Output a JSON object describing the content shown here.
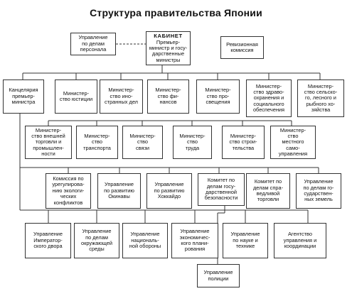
{
  "title": "Структура правительства Японии",
  "nodes": {
    "personnel": "Управление\nпо делам\nперсонала",
    "cabinet_title": "КАБИНЕТ",
    "cabinet_sub": "Премьер-\nминистр и госу-\nдарственные\nминистры",
    "audit": "Ревизионная\nкомиссия",
    "pm_office": "Канцелярия\nпремьер-\nминистра",
    "justice": "Министер-\nство юстиции",
    "foreign": "Министер-\nство ино-\nстранных дел",
    "finance": "Министер-\nство фи-\nнансов",
    "education": "Министер-\nство про-\nсвещения",
    "health": "Министер-\nство здраво-\nохранения и\nсоциального\nобеспечения",
    "agriculture": "Министер-\nство сельско-\nго, лесного и\nрыбного хо-\nзяйства",
    "trade": "Министер-\nство внешней\nторговли и\nпромышлен-\nности",
    "transport": "Министер-\nство\nтранспорта",
    "communications": "Министер-\nство\nсвязи",
    "labor": "Министер-\nство\nтруда",
    "construction": "Министер-\nство строи-\nтельства",
    "home": "Министер-\nство\nместного\nсамо-\nуправления",
    "environment_disputes": "Комиссия по\nурегулирова-\nнию экологи-\nческих\nконфликтов",
    "okinawa": "Управление\nпо развитию\nОкинавы",
    "hokkaido": "Управление\nпо развитию\nХоккайдо",
    "public_safety": "Комитет по\nделам госу-\nдарственной\nбезопасности",
    "fair_trade": "Комитет по\nделам спра-\nведливой\nторговли",
    "state_lands": "Управление\nпо делам го-\nсударствен-\nных земель",
    "imperial": "Управление\nИмператор-\nского двора",
    "env_agency": "Управление\nпо делам\nокружающей\nсреды",
    "defense": "Управление\nнациональ-\nной обороны",
    "planning": "Управление\nэкономичес-\nкого плани-\nрования",
    "science": "Управление\nпо науке и\nтехнике",
    "admin_agency": "Агентство\nуправления и\nкоординации",
    "police": "Управление\nполиции"
  }
}
